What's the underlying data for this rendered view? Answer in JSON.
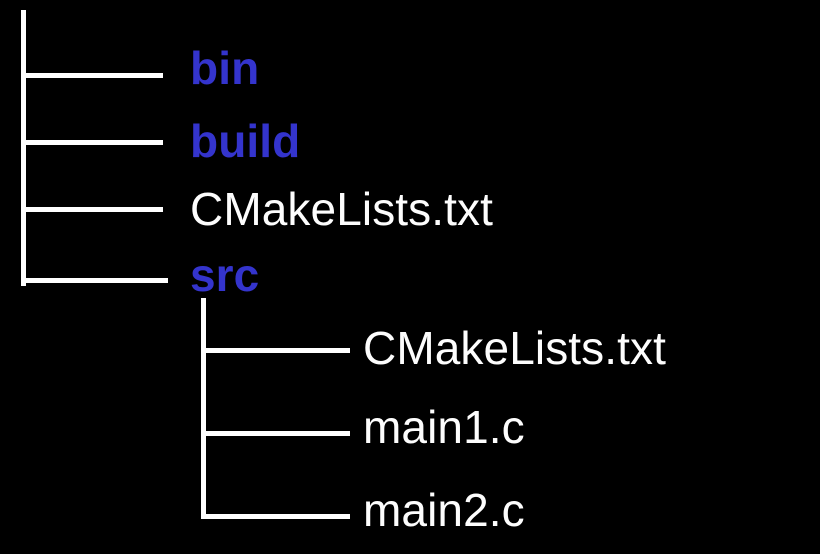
{
  "view": {
    "kind": "directory-tree",
    "background_color": "#000000",
    "line_color": "#ffffff",
    "directory_color": "#3434cd",
    "file_color": "#fdfdfd"
  },
  "tree": {
    "level1": [
      {
        "label": "bin",
        "type": "directory"
      },
      {
        "label": "build",
        "type": "directory"
      },
      {
        "label": "CMakeLists.txt",
        "type": "file"
      },
      {
        "label": "src",
        "type": "directory"
      }
    ],
    "level2": [
      {
        "label": "CMakeLists.txt",
        "type": "file",
        "parent": "src"
      },
      {
        "label": "main1.c",
        "type": "file",
        "parent": "src"
      },
      {
        "label": "main2.c",
        "type": "file",
        "parent": "src"
      }
    ]
  }
}
